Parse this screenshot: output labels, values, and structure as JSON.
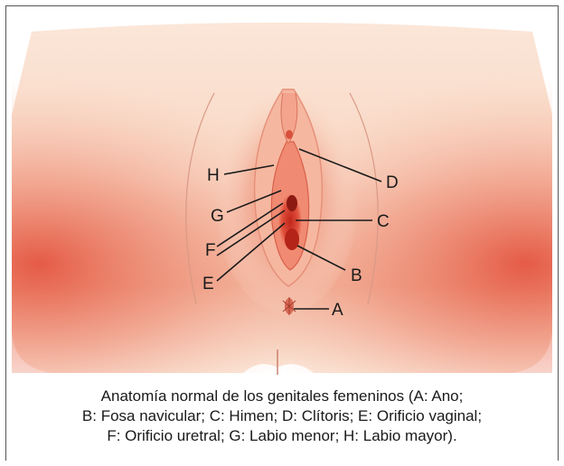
{
  "figure": {
    "labels": {
      "A": "A",
      "B": "B",
      "C": "C",
      "D": "D",
      "E": "E",
      "F": "F",
      "G": "G",
      "H": "H"
    },
    "caption_lines": [
      "Anatomía normal de los genitales femeninos (A: Ano;",
      "B: Fosa navicular; C: Himen; D: Clítoris; E: Orificio vaginal;",
      "F: Orificio uretral; G: Labio menor; H: Labio mayor)."
    ]
  },
  "colors": {
    "skin_light": "#fbe2d3",
    "skin_mid": "#f3a98e",
    "skin_deep": "#e2553f",
    "interior": "#c92a1e",
    "frame": "#555555",
    "text": "#1a1a1a"
  }
}
